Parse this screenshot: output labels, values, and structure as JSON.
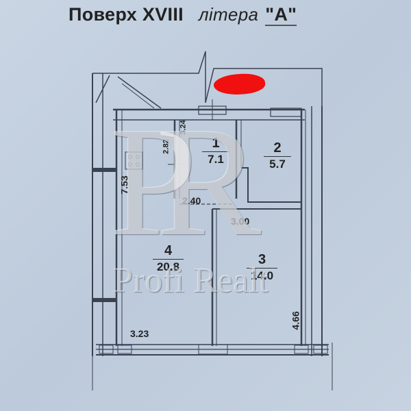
{
  "header": {
    "floor_label": "Поверх XVIII",
    "letter_label": "літера",
    "letter_value": "\"A\""
  },
  "rooms": [
    {
      "number": "1",
      "area": "7.1"
    },
    {
      "number": "2",
      "area": "5.7"
    },
    {
      "number": "3",
      "area": "14.0"
    },
    {
      "number": "4",
      "area": "20.8"
    }
  ],
  "dimensions": {
    "d_7_53": "7.53",
    "d_2_82": "2.82",
    "d_3_24": "3.24",
    "d_2_40": "2.40",
    "d_3_00": "3.00",
    "d_3_23": "3.23",
    "d_4_66": "4.66"
  },
  "watermark": {
    "monogram": "PR",
    "text": "Profi Realt"
  },
  "colors": {
    "background": "#c3d0de",
    "lines": "#3a4250",
    "redaction": "#f01010"
  }
}
